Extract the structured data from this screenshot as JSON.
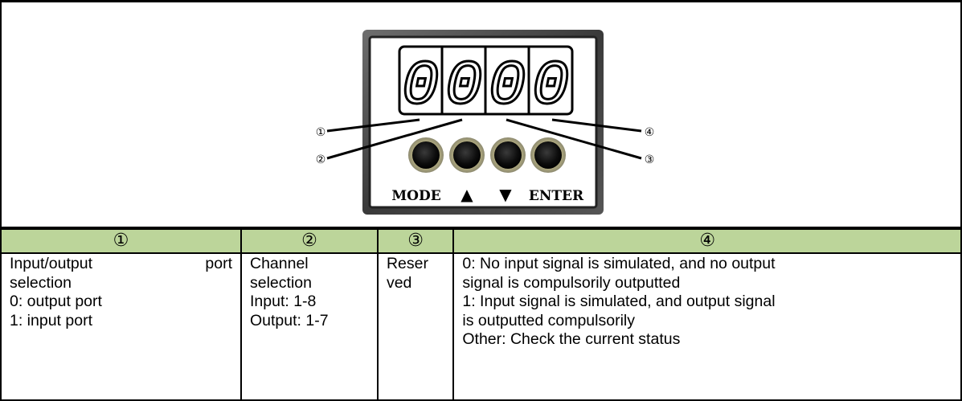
{
  "display": {
    "digits": [
      "0",
      "0",
      "0",
      "0"
    ],
    "callouts": [
      "①",
      "②",
      "③",
      "④"
    ],
    "buttons": {
      "mode": "MODE",
      "up": "▲",
      "down": "▼",
      "enter": "ENTER"
    }
  },
  "table": {
    "headers": [
      "①",
      "②",
      "③",
      "④"
    ],
    "col1": {
      "line1_left": "Input/output",
      "line1_right": "port",
      "lines": [
        "selection",
        "0: output port",
        "1: input port"
      ]
    },
    "col2": {
      "lines": [
        "Channel",
        "selection",
        "Input: 1-8",
        "Output: 1-7"
      ]
    },
    "col3": {
      "lines": [
        "Reser",
        "ved"
      ]
    },
    "col4": {
      "lines": [
        "0: No input signal is simulated, and no output",
        "signal is compulsorily outputted",
        "1: Input signal is simulated, and output signal",
        "is outputted compulsorily",
        "Other: Check the current status"
      ]
    }
  }
}
